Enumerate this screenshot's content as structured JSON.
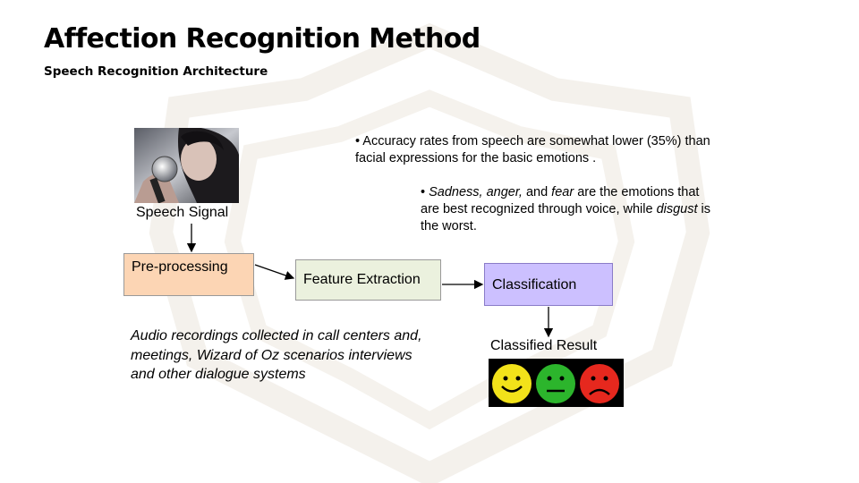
{
  "slide": {
    "title": "Affection Recognition Method",
    "subtitle": "Speech Recognition Architecture"
  },
  "notes": {
    "accuracy": "• Accuracy rates from speech are somewhat lower (35%) than facial expressions for the basic emotions .",
    "emotions": {
      "bullet": "• ",
      "e1": "Sadness, anger,",
      "and1": " and ",
      "e2": "fear",
      "rest1": " are the emotions that are best recognized through voice, while ",
      "e3": "disgust",
      "rest2": " is the worst."
    }
  },
  "diagram": {
    "speech_signal_label": "Speech Signal",
    "preprocessing_label": "Pre-processing",
    "feature_extraction_label": "Feature Extraction",
    "classification_label": "Classification",
    "classified_result_label": "Classified Result",
    "audio_note": "Audio recordings collected in call centers and, meetings, Wizard of Oz scenarios interviews and other dialogue systems"
  },
  "colors": {
    "preprocessing_fill": "#fcd5b4",
    "feature_fill": "#ebf1de",
    "classification_fill": "#ccc0ff",
    "happy_face": "#f2e21a",
    "neutral_face": "#2cb52c",
    "sad_face": "#e6281e"
  },
  "icons": [
    "singer-with-microphone-photo",
    "happy-face-icon",
    "neutral-face-icon",
    "sad-face-icon"
  ]
}
